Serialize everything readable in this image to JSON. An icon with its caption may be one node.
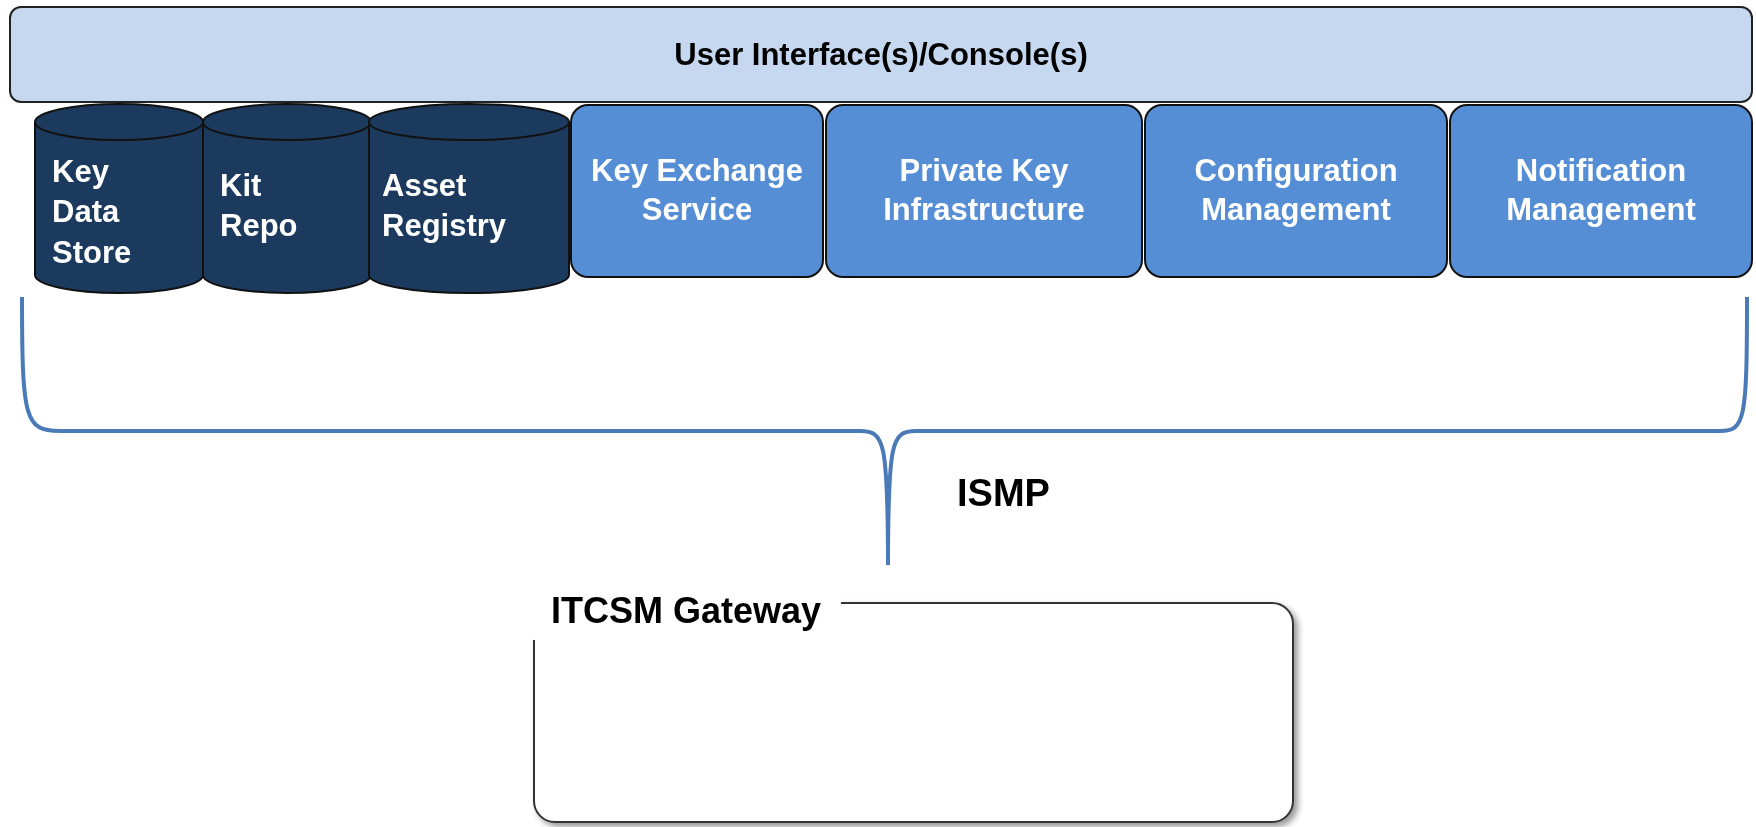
{
  "diagram": {
    "nodes": [
      {
        "text": [
          "User Interface(s)/Console(s)"
        ]
      },
      {
        "text": [
          "Key Data Store"
        ]
      },
      {
        "text": [
          "Kit Repo"
        ]
      },
      {
        "text": [
          "Asset Registry"
        ]
      },
      {
        "text": [
          "Key Exchange Service"
        ]
      },
      {
        "text": [
          "Private Key Infrastructure"
        ]
      },
      {
        "text": [
          "Configuration Management"
        ]
      },
      {
        "text": [
          "Notification Management"
        ]
      },
      {
        "text": [
          "ITCSM Gateway"
        ]
      }
    ],
    "edges": [],
    "labels": [
      "ISMP"
    ]
  }
}
